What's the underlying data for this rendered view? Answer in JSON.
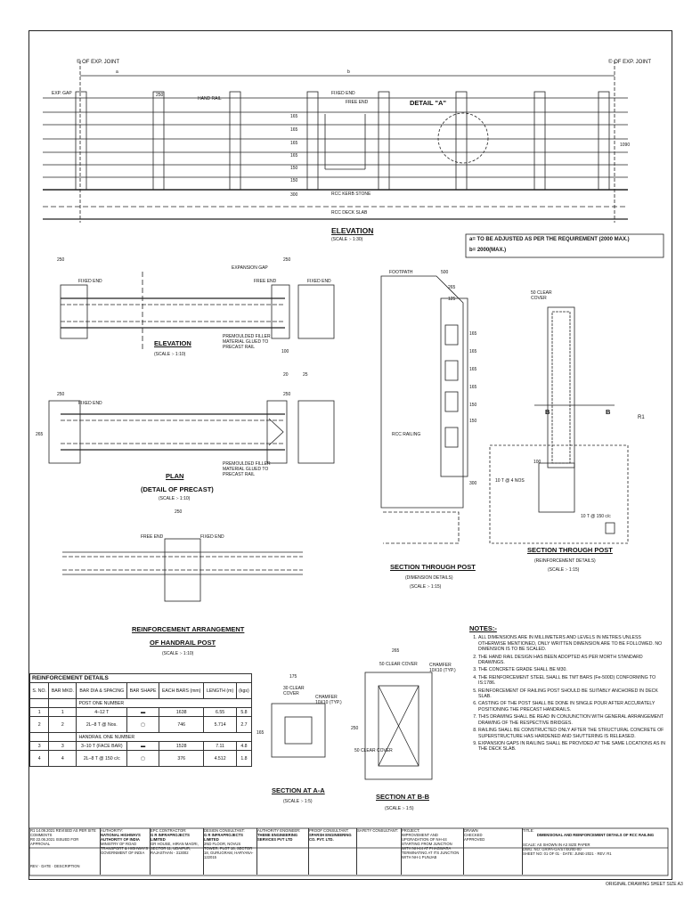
{
  "elevation": {
    "title": "ELEVATION",
    "scale": "(SCALE :- 1:30)",
    "left_joint": "© OF EXP. JOINT",
    "right_joint": "© OF EXP. JOINT",
    "exp_gap": "EXP. GAP",
    "hand_rail": "HAND RAIL",
    "fixed_end": "FIXED END",
    "free_end": "FREE END",
    "detail_a": "DETAIL \"A\"",
    "rcc_kerb": "RCC KERB STONE",
    "rcc_deck": "RCC DECK SLAB",
    "dim_250": "250",
    "dim_a": "a",
    "dim_b": "b",
    "heights": [
      "165",
      "165",
      "165",
      "165",
      "150",
      "150",
      "300"
    ],
    "right_height": "1090"
  },
  "legend_box": {
    "line_a": "a= TO BE ADJUSTED AS PER THE REQUIREMENT (2000 MAX.)",
    "line_b": "b= 2000(MAX.)"
  },
  "precast_elev": {
    "title": "ELEVATION",
    "scale": "(SCALE :- 1:10)",
    "dim_250a": "250",
    "dim_250b": "250",
    "fixed_end": "FIXED END",
    "free_end": "FREE END",
    "exp_gap": "EXPANSION GAP",
    "filler": "PREMOULDED FILLER MATERIAL GLUED TO PRECAST RAIL",
    "dim_100": "100",
    "dim_25": "25",
    "dim_20": "20"
  },
  "plan": {
    "title": "PLAN",
    "subtitle": "(DETAIL OF PRECAST)",
    "scale": "(SCALE :- 1:10)",
    "dim_250a": "250",
    "dim_250b": "250",
    "fixed_end": "FIXED END",
    "filler": "PREMOULDED FILLER MATERIAL GLUED TO PRECAST RAIL",
    "dim_265": "265"
  },
  "handrail_post": {
    "title1": "REINFORCEMENT ARRANGEMENT",
    "title2": "OF HANDRAIL POST",
    "scale": "(SCALE :- 1:10)",
    "dim": "250",
    "free_end": "FREE END",
    "fixed_end": "FIXED END"
  },
  "section_post": {
    "title": "SECTION THROUGH POST",
    "subtitle": "(DIMENSION DETAILS)",
    "scale": "(SCALE :- 1:15)",
    "footpath": "FOOTPATH",
    "dim_500": "500",
    "dim_265": "265",
    "dim_125": "125",
    "rcc_railing": "RCC RAILING",
    "dims": [
      "165",
      "165",
      "165",
      "165",
      "150",
      "150",
      "300"
    ]
  },
  "section_reinf": {
    "title": "SECTION THROUGH POST",
    "subtitle": "(REINFORCEMENT DETAILS)",
    "scale": "(SCALE :- 1:15)",
    "cover": "50 CLEAR COVER",
    "b_left": "B",
    "b_right": "B",
    "r1": "R1",
    "bar1": "10 T @ 4 NOS",
    "bar2": "10 T @ 150 c/c",
    "dim_100": "100"
  },
  "section_aa": {
    "title": "SECTION AT A-A",
    "scale": "(SCALE :- 1:5)",
    "dim_175": "175",
    "cover": "30 CLEAR COVER",
    "chamfer": "CHAMFER 10X10 (TYP.)",
    "dim_165": "165"
  },
  "section_bb": {
    "title": "SECTION AT B-B",
    "scale": "(SCALE :- 1:5)",
    "dim_265": "265",
    "cover_top": "50 CLEAR COVER",
    "chamfer": "CHAMFER 10X10 (TYP.)",
    "dim_250": "250",
    "cover_side": "50 CLEAR COVER"
  },
  "reinforcement": {
    "title": "REINFORCEMENT DETAILS",
    "headers": [
      "S. NO.",
      "BAR MKD.",
      "BAR DIA & SPACING",
      "BAR SHAPE",
      "EACH BARS (mm)",
      "LENGTH (m)",
      "(kgs)"
    ],
    "group1": "POST ONE NUMBER",
    "group2": "HANDRAIL ONE NUMBER",
    "rows": [
      [
        "1",
        "1",
        "4–12 T",
        "",
        "1638",
        "6.55",
        "5.8"
      ],
      [
        "2",
        "2",
        "2L–8 T @ Nos.",
        "",
        "746",
        "5.714",
        "2.7"
      ],
      [
        "3",
        "3",
        "3–10 T (FACE BAR)",
        "",
        "1528",
        "7.11",
        "4.8"
      ],
      [
        "4",
        "4",
        "2L–8 T @ 150 c/c",
        "",
        "376",
        "4.512",
        "1.8"
      ]
    ]
  },
  "notes": {
    "title": "NOTES:-",
    "items": [
      "ALL DIMENSIONS ARE IN MILLIMETERS AND LEVELS IN METRES UNLESS OTHERWISE MENTIONED, ONLY WRITTEN DIMENSION ARE TO BE FOLLOWED. NO DIMENSION IS TO BE SCALED.",
      "THE HAND RAIL DESIGN HAS BEEN ADOPTED AS PER MORTH STANDARD DRAWINGS.",
      "THE CONCRETE GRADE SHALL BE M30.",
      "THE REINFORCEMENT STEEL SHALL BE TMT BARS (Fe-500D) CONFORMING TO IS:1786.",
      "REINFORCEMENT OF RAILING POST SHOULD BE SUITABLY ANCHORED IN DECK SLAB.",
      "CASTING OF THE POST SHALL BE DONE IN SINGLE POUR AFTER ACCURATELY POSITIONING THE PRECAST HANDRAILS.",
      "THIS DRAWING SHALL BE READ IN CONJUNCTION WITH GENERAL ARRANGEMENT DRAWING OF THE RESPECTIVE BRIDGES.",
      "RAILING SHALL BE CONSTRUCTED ONLY AFTER THE STRUCTURAL CONCRETE OF SUPERSTRUCTURE HAS HARDENED AND SHUTTERING IS RELEASED.",
      "EXPANSION GAPS IN RAILING SHALL BE PROVIDED AT THE SAME LOCATIONS AS IN THE DECK SLAB."
    ]
  },
  "title_block": {
    "revisions": [
      [
        "R1",
        "14.09.2021",
        "REVISED AS PER SITE COMMENTS"
      ],
      [
        "R0",
        "22.06.2021",
        "ISSUED FOR APPROVAL"
      ]
    ],
    "rev_headers": [
      "REV",
      "DATE",
      "DESCRIPTION"
    ],
    "authority_label": "AUTHORITY:",
    "authority": "NATIONAL HIGHWAYS AUTHORITY OF INDIA",
    "authority_sub": "MINISTRY OF ROAD TRANSPORT & HIGHWAYS GOVERNMENT OF INDIA",
    "epc_label": "EPC CONTRACTOR:",
    "epc": "G R INFRAPROJECTS LIMITED",
    "epc_addr": "GR HOUSE, HIRAN MAGRI, SECTOR 11, UDAIPUR, RAJASTHAN - 313002",
    "design_label": "DESIGN CONSULTANT:",
    "design": "G R INFRAPROJECTS LIMITED",
    "design_addr": "2ND FLOOR, NOVUS TOWER, PLOT 18, SECTOR 18, GURUGRAM, HARYANA-122015",
    "engineer_label": "AUTHORITY ENGINEER:",
    "engineer": "THEME ENGINEERING SERVICES PVT LTD",
    "proof_label": "PROOF CONSULTANT:",
    "proof": "SPARSH ENGINEERING CO. PVT. LTD.",
    "safety_label": "SAFETY CONSULTANT:",
    "project_label": "PROJECT:",
    "project": "IMPROVEMENT AND UPGRADATION OF NH-44 STARTING FROM JUNCTION WITH NH-44 AT PHAGWARA TERMINATING AT ITS JUNCTION WITH NH-1 PUNJAB",
    "drawn_label": "DRAWN",
    "checked_label": "CHECKED",
    "approved_label": "APPROVED",
    "title_label": "TITLE:",
    "title": "DIMENSIONAL AND REINFORCEMENT DETAILS OF RCC RAILING",
    "scale_label": "SCALE:",
    "scale": "AS SHOWN IN A3 SIZE PAPER",
    "dwg_label": "DWG. NO:",
    "dwg": "GRIPA-GA/ST/00/00-00",
    "sheet": "SHEET NO: 01 OF 01",
    "date": "DATE: JUNE-2021",
    "rev_label": "REV:",
    "rev": "R1",
    "footer": "ORIGINAL DRAWING SHEET SIZE A3"
  }
}
